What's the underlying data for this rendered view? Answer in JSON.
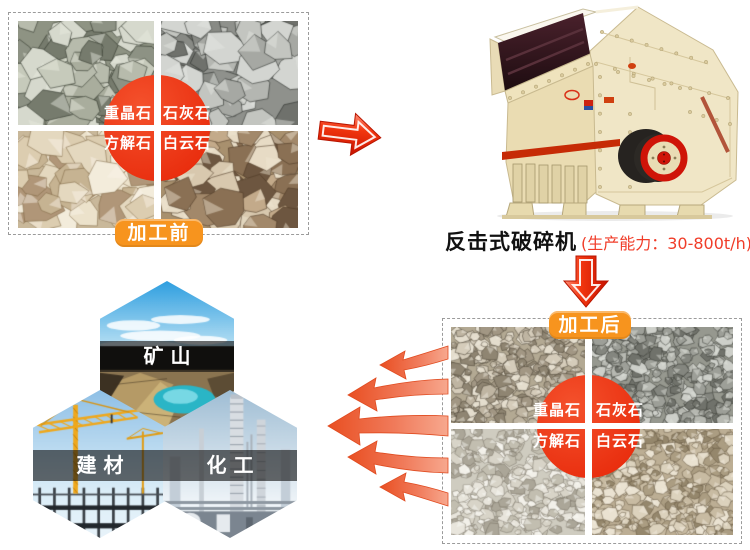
{
  "before_box": {
    "ribbon_label": "加工前"
  },
  "after_box": {
    "ribbon_label": "加工后"
  },
  "materials": {
    "top_left": "重晶石",
    "top_right": "石灰石",
    "bottom_left": "方解石",
    "bottom_right": "白云石"
  },
  "machine": {
    "name": "反击式破碎机",
    "capacity_note": "(生产能力：30-800t/h)"
  },
  "applications": {
    "mine": "矿山",
    "building": "建材",
    "chemical": "化工"
  },
  "colors": {
    "accent_red": "#e62406",
    "accent_red_light": "#f4512c",
    "accent_orange": "#f7941e",
    "arrow_red": "#f2360f",
    "fan_salmon": "#f07a5a",
    "caption_black": "#111111",
    "caption_red": "#f03c28"
  }
}
